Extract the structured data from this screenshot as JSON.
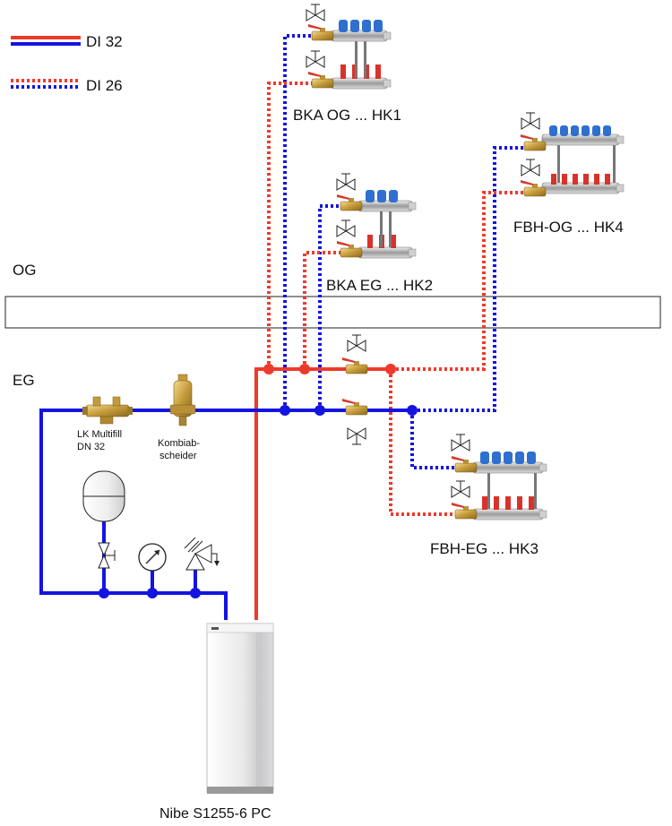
{
  "legend": {
    "solid_label": "DI 32",
    "dotted_label": "DI 26"
  },
  "floors": {
    "upper": "OG",
    "lower": "EG"
  },
  "circuits": {
    "hk1": "BKA OG ... HK1",
    "hk2": "BKA EG ... HK2",
    "hk3": "FBH-EG ... HK3",
    "hk4": "FBH-OG ... HK4"
  },
  "components": {
    "fill_unit_line1": "LK Multifill",
    "fill_unit_line2": "DN 32",
    "separator_line1": "Kombiab-",
    "separator_line2": "scheider",
    "heat_pump": "Nibe S1255-6 PC"
  },
  "colors": {
    "flow_red": "#ee3a2c",
    "return_blue": "#1414e0",
    "manifold_blue": "#2f6fd0",
    "manifold_red": "#d8332b"
  },
  "icons": {
    "valve": "gate-valve-icon",
    "gauge": "pressure-gauge-icon",
    "safety": "safety-valve-icon",
    "expansion": "expansion-vessel-icon",
    "manifold": "manifold-icon"
  }
}
